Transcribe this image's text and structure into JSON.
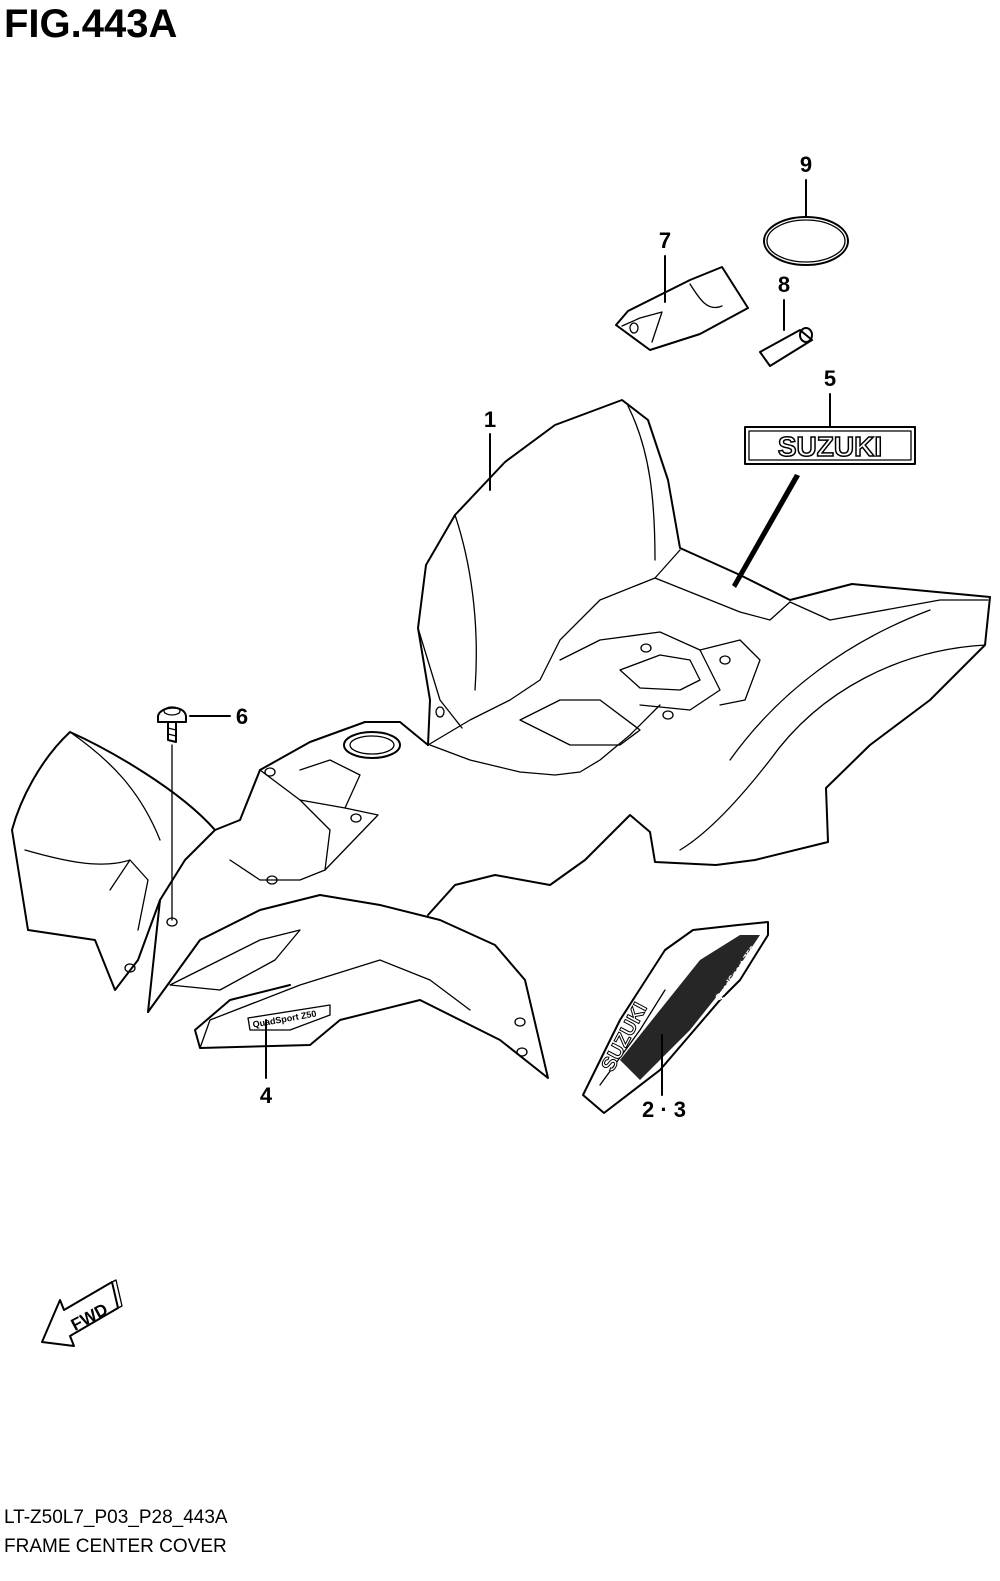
{
  "figure": {
    "title": "FIG.443A",
    "code": "LT-Z50L7_P03_P28_443A",
    "name": "FRAME CENTER COVER"
  },
  "callouts": {
    "p1": "1",
    "p23": "2 · 3",
    "p4": "4",
    "p5": "5",
    "p6": "6",
    "p7": "7",
    "p8": "8",
    "p9": "9"
  },
  "decals": {
    "badge": "SUZUKI",
    "side_brand": "SUZUKI",
    "model_mark": "QuadSport Z50"
  },
  "direction": {
    "label": "FWD"
  }
}
